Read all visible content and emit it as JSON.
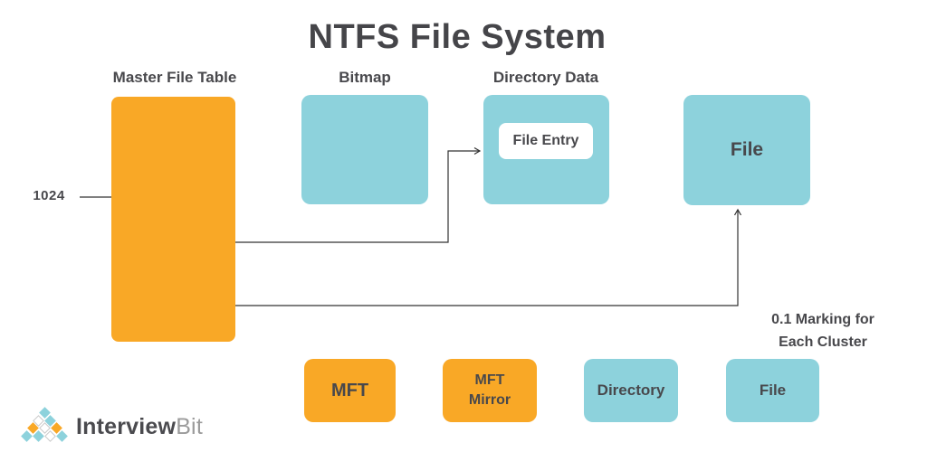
{
  "title": "NTFS File System",
  "colors": {
    "orange": "#F9A826",
    "teal": "#8DD2DC",
    "text_dark": "#48484C",
    "line": "#333333",
    "white": "#FFFFFF"
  },
  "diagram": {
    "columns": [
      {
        "label": "Master File Table",
        "box_color": "orange"
      },
      {
        "label": "Bitmap",
        "box_color": "teal"
      },
      {
        "label": "Directory Data",
        "box_color": "teal"
      }
    ],
    "mft_size_label": "1024",
    "file_entry_label": "File Entry",
    "file_box_label": "File",
    "cluster_note_line1": "0.1 Marking for",
    "cluster_note_line2": "Each Cluster"
  },
  "legend": [
    {
      "label": "MFT",
      "color": "orange"
    },
    {
      "label": "MFT\nMirror",
      "color": "orange"
    },
    {
      "label": "Directory",
      "color": "teal"
    },
    {
      "label": "File",
      "color": "teal"
    }
  ],
  "logo": {
    "brand_primary": "Interview",
    "brand_secondary": "Bit",
    "pyramid": [
      [
        "teal"
      ],
      [
        "white",
        "teal"
      ],
      [
        "orange",
        "white",
        "orange"
      ],
      [
        "teal",
        "teal",
        "white",
        "teal"
      ]
    ]
  }
}
